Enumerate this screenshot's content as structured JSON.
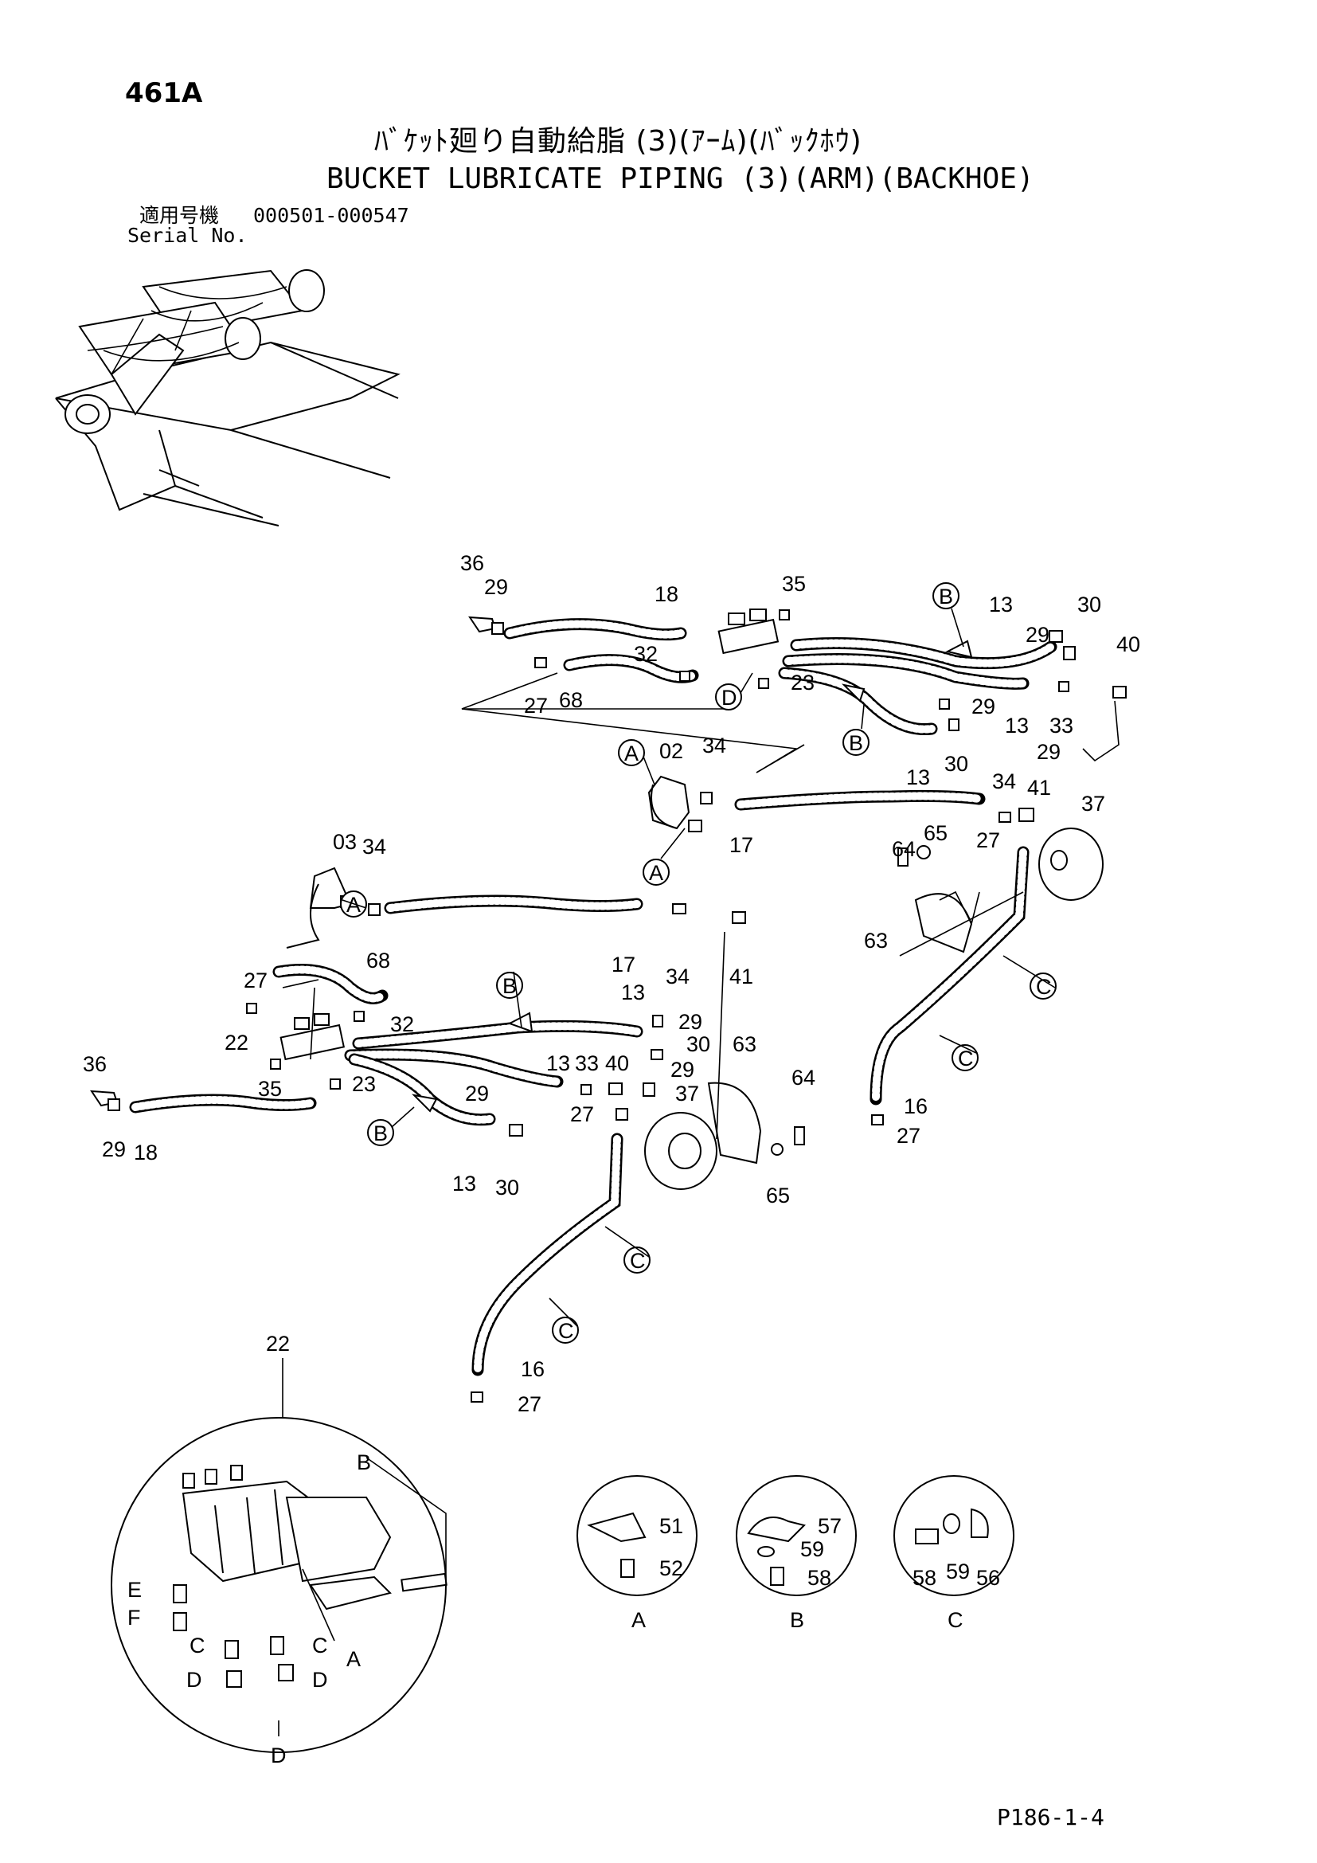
{
  "header": {
    "page_number": "461A",
    "title_jp": "ﾊﾞｹｯﾄ廻り自動給脂 (3)(ｱｰﾑ)(ﾊﾞｯｸﾎｳ)",
    "title_en": "BUCKET LUBRICATE PIPING (3)(ARM)(BACKHOE)",
    "serial_label_jp": "適用号機",
    "serial_range": "000501-000547",
    "serial_label_en": "Serial No."
  },
  "footer": {
    "code": "P186-1-4"
  },
  "callouts": {
    "c36a": "36",
    "c29a": "29",
    "c18a": "18",
    "c35a": "35",
    "c32a": "32",
    "c27a": "27",
    "c68a": "68",
    "c23a": "23",
    "c13a": "13",
    "c30a": "30",
    "c29b": "29",
    "c40a": "40",
    "c29c": "29",
    "c13b": "13",
    "c33a": "33",
    "c30b": "30",
    "c13c": "13",
    "c29d": "29",
    "c37a": "37",
    "c02": "02",
    "c34a": "34",
    "c17a": "17",
    "c34b": "34",
    "c41a": "41",
    "c27b": "27",
    "c64a": "64",
    "c65a": "65",
    "c63a": "63",
    "c16a": "16",
    "c27c": "27",
    "c03": "03",
    "c34c": "34",
    "c17b": "17",
    "c34d": "34",
    "c41b": "41",
    "c68b": "68",
    "c27d": "27",
    "c32b": "32",
    "c22a": "22",
    "c35b": "35",
    "c23b": "23",
    "c36b": "36",
    "c29e": "29",
    "c18b": "18",
    "c13d": "13",
    "c29f": "29",
    "c30c": "30",
    "c13e": "13",
    "c33b": "33",
    "c40b": "40",
    "c29g": "29",
    "c37b": "37",
    "c29h": "29",
    "c27e": "27",
    "c13f": "13",
    "c30d": "30",
    "c63b": "63",
    "c64b": "64",
    "c65b": "65",
    "c16b": "16",
    "c27f": "27",
    "c22b": "22",
    "cBd": "B",
    "cEd": "E",
    "cFd": "F",
    "cC1d": "C",
    "cC2d": "C",
    "cD1d": "D",
    "cD2d": "D",
    "cAd": "A",
    "cDd": "D",
    "c51": "51",
    "c52": "52",
    "cAdet": "A",
    "c57": "57",
    "c59a": "59",
    "c58a": "58",
    "cBdet": "B",
    "c58b": "58",
    "c59b": "59",
    "c56": "56",
    "cCdet": "C"
  },
  "markers": {
    "mB1": "B",
    "mD1": "D",
    "mB2": "B",
    "mA1": "A",
    "mA2": "A",
    "mC1": "C",
    "mC2": "C",
    "mA3": "A",
    "mB3": "B",
    "mB4": "B",
    "mC3": "C",
    "mC4": "C"
  }
}
